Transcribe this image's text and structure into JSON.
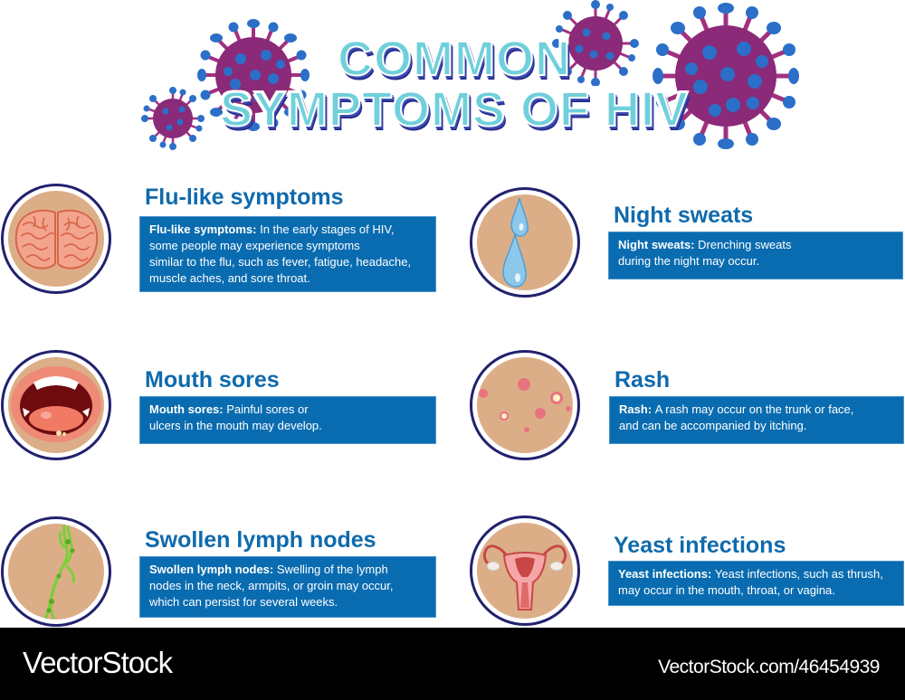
{
  "title": {
    "line1": "COMMON",
    "line2": "SYMPTOMS OF HIV"
  },
  "colors": {
    "heading": "#0f6aad",
    "box": "#0a6cb0",
    "circle_border": "#22216e",
    "skin": "#dcae88",
    "title_fill": "#6fd0dc",
    "title_shadow": "#2a2c8c",
    "virus_body": "#8a2a78",
    "virus_tip": "#2b6fc9",
    "footer_bg": "#000000"
  },
  "symptoms": [
    {
      "heading": "Flu-like symptoms",
      "label": "Flu-like symptoms:",
      "lines": [
        "In the early stages of HIV,",
        "some people may experience symptoms",
        "similar to the flu, such as fever, fatigue, headache,",
        "muscle aches, and sore throat."
      ],
      "icon": "brain-icon"
    },
    {
      "heading": "Night sweats",
      "label": "Night sweats:",
      "lines": [
        "Drenching sweats",
        "during the night may occur."
      ],
      "icon": "sweat-drops-icon"
    },
    {
      "heading": "Mouth sores",
      "label": "Mouth sores:",
      "lines": [
        "Painful sores or",
        "ulcers in the mouth may develop."
      ],
      "icon": "open-mouth-icon"
    },
    {
      "heading": "Rash",
      "label": "Rash:",
      "lines": [
        "A rash may occur on the trunk or face,",
        "and can be accompanied by itching."
      ],
      "icon": "rash-spots-icon"
    },
    {
      "heading": "Swollen lymph nodes",
      "label": "Swollen lymph nodes:",
      "lines": [
        "Swelling of the lymph",
        "nodes in the neck, armpits, or groin may occur,",
        "which can persist for several weeks."
      ],
      "icon": "lymph-nodes-icon"
    },
    {
      "heading": "Yeast infections",
      "label": "Yeast infections:",
      "lines": [
        "Yeast infections, such as thrush,",
        "may occur in the mouth, throat, or vagina."
      ],
      "icon": "uterus-icon"
    }
  ],
  "footer": {
    "brand": "VectorStock",
    "id": "VectorStock.com/46454939"
  }
}
